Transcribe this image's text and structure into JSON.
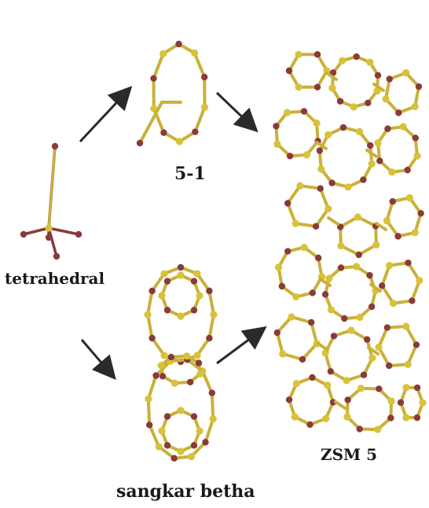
{
  "labels": {
    "unit_51": "5-1",
    "tetrahedral": "tetrahedral",
    "zsm5": "ZSM 5",
    "sangkar_betha": "sangkar betha"
  },
  "colors": {
    "silicon": "#d8c23a",
    "oxygen": "#8a3a3a",
    "bond": "#c9b13a",
    "arrow": "#2a2a2a"
  }
}
